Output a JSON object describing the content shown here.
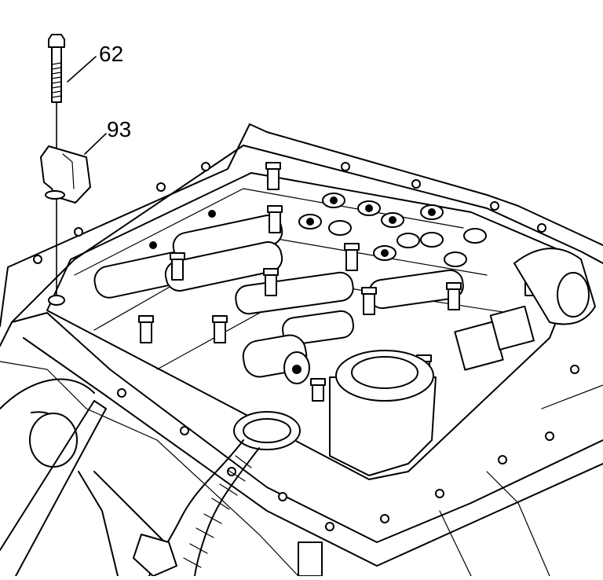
{
  "callouts": [
    {
      "label": "62",
      "part": "bolt"
    },
    {
      "label": "93",
      "part": "bracket"
    }
  ],
  "colors": {
    "ink": "#000000",
    "paper": "#ffffff"
  }
}
